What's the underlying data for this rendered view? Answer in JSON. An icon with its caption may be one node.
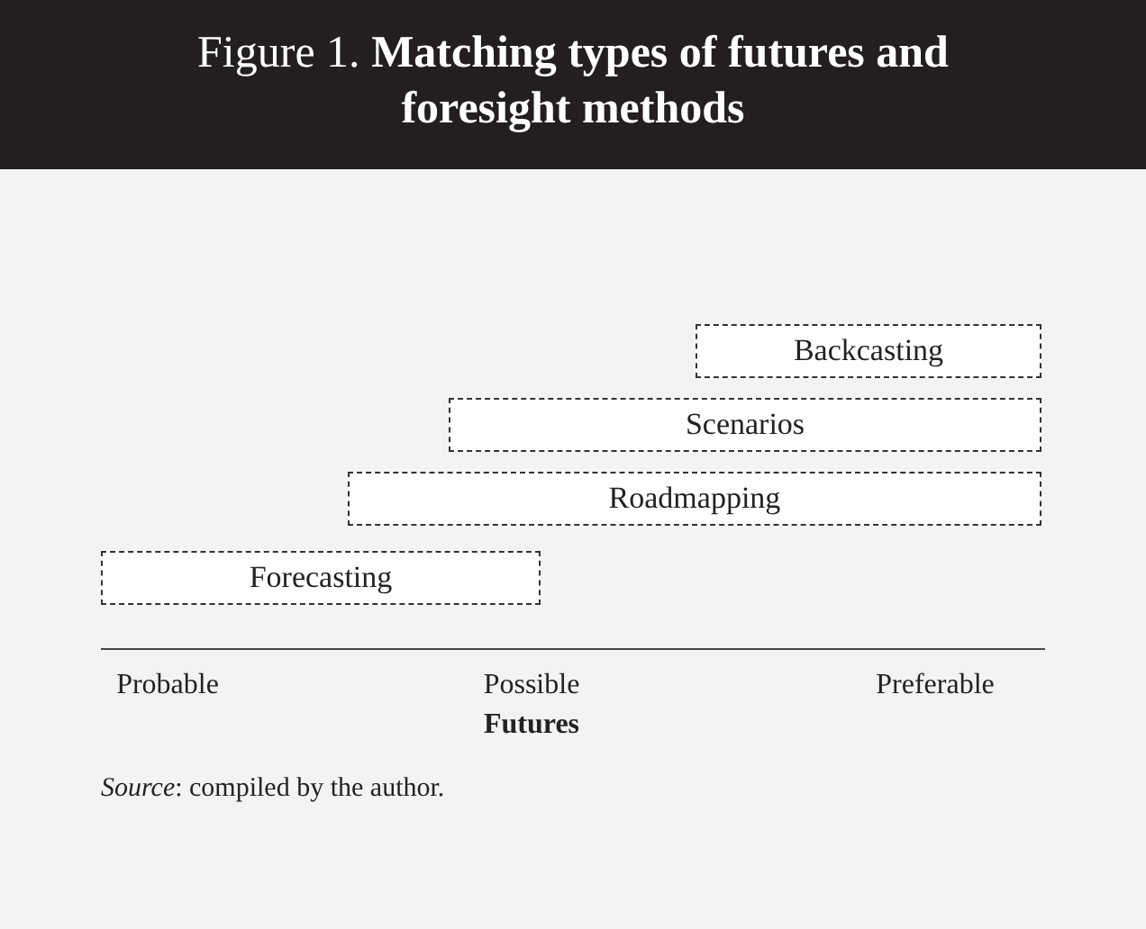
{
  "diagram": {
    "title": "Figure 1. **Matching types of futures and foresight methods**",
    "nodes": [
      {
        "text": [
          "Backcasting"
        ]
      },
      {
        "text": [
          "Scenarios"
        ]
      },
      {
        "text": [
          "Roadmapping"
        ]
      },
      {
        "text": [
          "Forecasting"
        ]
      }
    ],
    "labels": [
      "Probable",
      "Possible",
      "Preferable",
      "Futures"
    ],
    "caption": "*Source*: compiled by the author."
  }
}
